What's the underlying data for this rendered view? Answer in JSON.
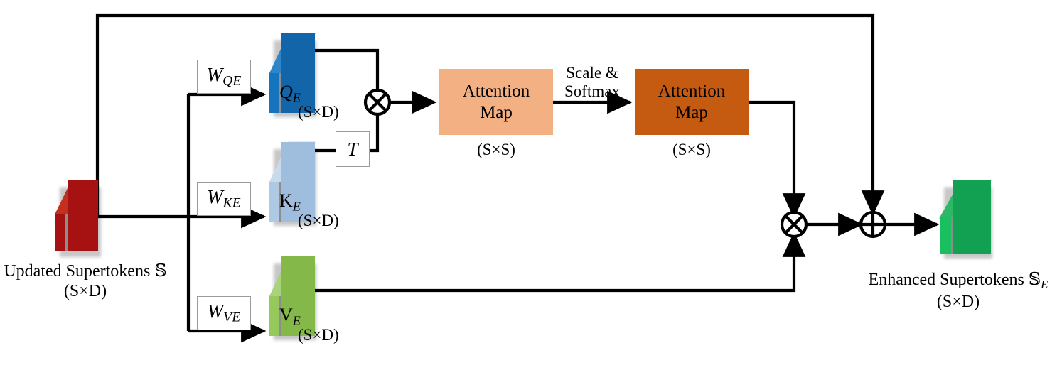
{
  "diagram": {
    "title": "Supertoken Enhancement Attention Module",
    "colors": {
      "input_block": "#A61111",
      "query_block": "#1265A8",
      "key_block": "#9FBDDC",
      "value_block": "#84B94A",
      "attention_map_pre": "#F3B183",
      "attention_map_post": "#C55A11",
      "output_block": "#12A152",
      "wire": "#000000"
    }
  },
  "input": {
    "block_label": "",
    "caption": "Updated Supertokens 𝕊",
    "dims": "(S×D)"
  },
  "output": {
    "caption_main": "Enhanced Supertokens 𝕊",
    "caption_sub": "E",
    "dims": "(S×D)"
  },
  "projections": [
    {
      "weight_main": "W",
      "weight_sub": "QE",
      "block_main": "Q",
      "block_sub": "E",
      "dims": "(S×D)"
    },
    {
      "weight_main": "W",
      "weight_sub": "KE",
      "block_main": "K",
      "block_sub": "E",
      "dims": "(S×D)"
    },
    {
      "weight_main": "W",
      "weight_sub": "VE",
      "block_main": "V",
      "block_sub": "E",
      "dims": "(S×D)"
    }
  ],
  "transpose": {
    "label": "T"
  },
  "attention": {
    "pre": {
      "line1": "Attention",
      "line2": "Map",
      "dims": "(S×S)"
    },
    "post": {
      "line1": "Attention",
      "line2": "Map",
      "dims": "(S×S)"
    },
    "between_label_line1": "Scale &",
    "between_label_line2": "Softmax"
  },
  "operators": {
    "matmul_qk": "⊗",
    "matmul_av": "⊗",
    "residual_add": "⊕"
  }
}
